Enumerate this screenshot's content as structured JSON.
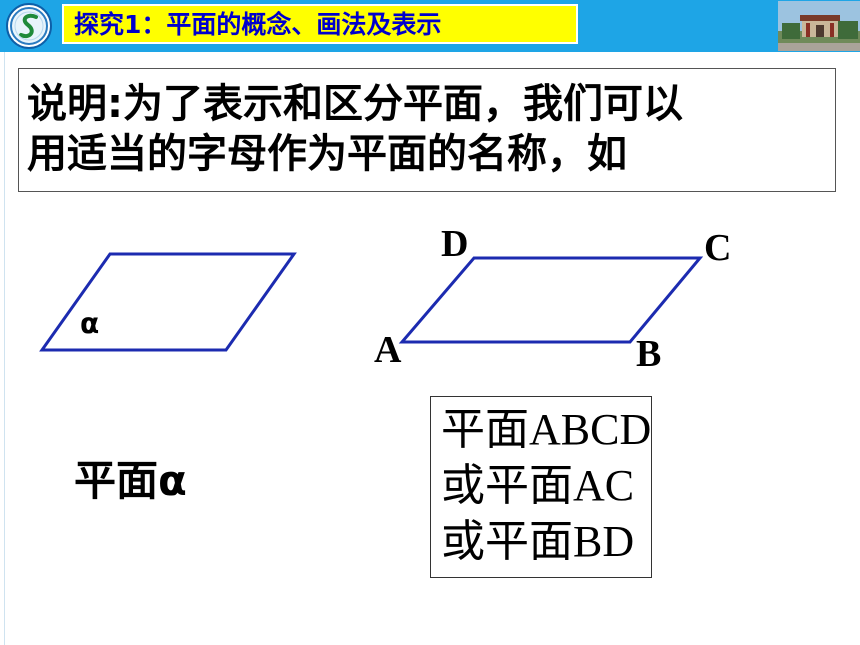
{
  "header": {
    "title": "探究1：平面的概念、画法及表示",
    "logo_icon": "school-logo-icon",
    "photo_icon": "school-gate-photo-icon",
    "band_color": "#1ea5e6",
    "title_bg_color": "#ffff00",
    "title_text_color": "#0000cc"
  },
  "note": {
    "line1": "说明:为了表示和区分平面，我们可以",
    "line2": "用适当的字母作为平面的名称，如"
  },
  "figure_left": {
    "label": "α",
    "caption": "平面α"
  },
  "figure_right": {
    "vertices": {
      "A": "A",
      "B": "B",
      "C": "C",
      "D": "D"
    }
  },
  "answer": {
    "line1": "平面ABCD",
    "line2": "或平面AC",
    "line3": "或平面BD"
  },
  "colors": {
    "shape_stroke": "#1c2bb0"
  }
}
